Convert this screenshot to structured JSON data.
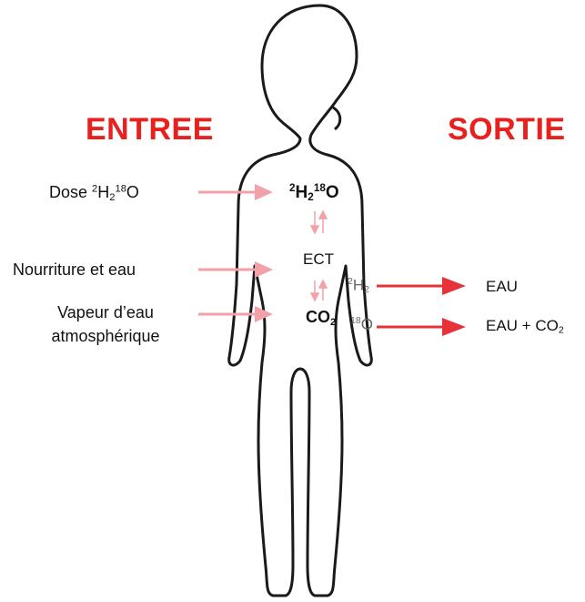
{
  "headings": {
    "input": "ENTREE",
    "output": "SORTIE"
  },
  "inputs": {
    "dose": {
      "label": "Dose",
      "iso_h_mass": "2",
      "h_symbol": "H",
      "h_count": "2",
      "iso_o_mass": "18",
      "o_symbol": "O"
    },
    "food": "Nourriture et eau",
    "vapour_line1": "Vapeur d’eau",
    "vapour_line2": "atmosphérique"
  },
  "body_labels": {
    "dose_molecule": {
      "iso_h_mass": "2",
      "h_symbol": "H",
      "h_count": "2",
      "iso_o_mass": "18",
      "o_symbol": "O"
    },
    "ect": "ECT",
    "co2": {
      "symbol": "CO",
      "count": "2"
    },
    "hydrogen_isotope": {
      "mass": "2",
      "symbol": "H",
      "count": "2"
    },
    "oxygen_isotope": {
      "mass": "18",
      "symbol": "O"
    }
  },
  "outputs": {
    "water": "EAU",
    "water_co2": {
      "prefix": "EAU + CO",
      "count": "2"
    }
  },
  "colors": {
    "heading": "#e8211f",
    "input_arrow": "#f2a1a8",
    "output_arrow": "#e8323a",
    "outline": "#1a1a1a"
  }
}
